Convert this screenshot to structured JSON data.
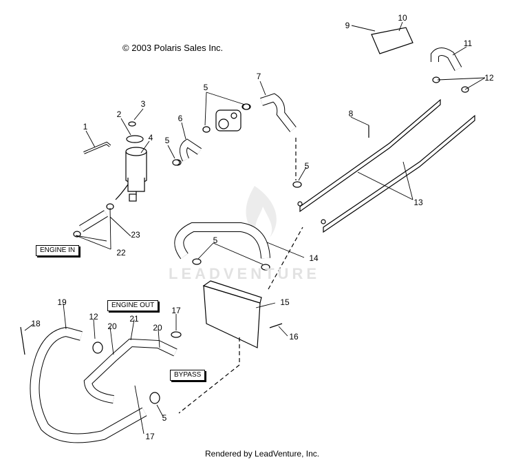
{
  "copyright": "© 2003 Polaris Sales Inc.",
  "footer": "Rendered by LeadVenture, Inc.",
  "watermark": "LEADVENTURE",
  "box_labels": {
    "engine_in": "ENGINE IN",
    "engine_out": "ENGINE OUT",
    "bypass": "BYPASS"
  },
  "callouts": [
    "1",
    "2",
    "3",
    "4",
    "5",
    "5",
    "5",
    "5",
    "5",
    "6",
    "7",
    "8",
    "9",
    "10",
    "11",
    "12",
    "12",
    "13",
    "14",
    "15",
    "16",
    "17",
    "17",
    "18",
    "19",
    "20",
    "20",
    "21",
    "22",
    "23"
  ],
  "colors": {
    "line": "#000000",
    "hose": "#ffffff",
    "watermark": "#e2e2e2"
  }
}
